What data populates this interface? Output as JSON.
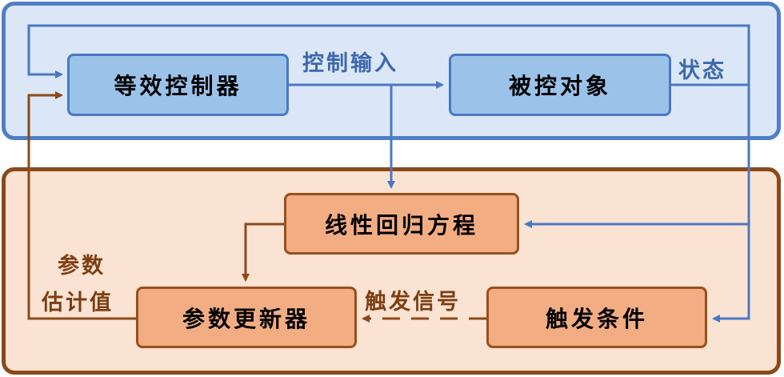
{
  "regions": {
    "top": {
      "color": "#4f7fc6",
      "fill": "#dbe7f6"
    },
    "bottom": {
      "color": "#8a4a1a",
      "fill": "#fbe3d3"
    }
  },
  "boxes": {
    "controller": "等效控制器",
    "plant": "被控对象",
    "regression": "线性回归方程",
    "updater": "参数更新器",
    "trigger": "触发条件"
  },
  "edge_labels": {
    "control_input": "控制输入",
    "state": "状态",
    "trigger_signal": "触发信号",
    "param_estimate_line1": "参数",
    "param_estimate_line2": "估计值"
  },
  "colors": {
    "blue_arrow": "#4a78c4",
    "brown_arrow": "#8a4a1a"
  }
}
